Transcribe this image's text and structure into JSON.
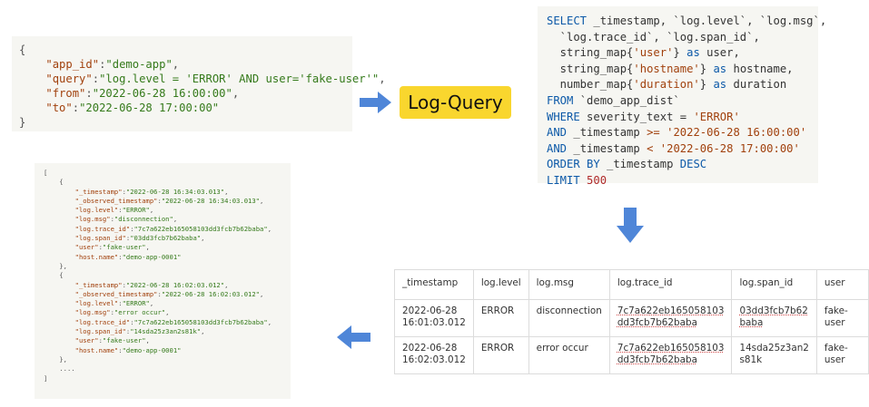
{
  "input_json": {
    "open": "{",
    "app_id_key": "\"app_id\"",
    "app_id_val": "\"demo-app\"",
    "query_key": "\"query\"",
    "query_val": "\"log.level = 'ERROR' AND user='fake-user'\"",
    "from_key": "\"from\"",
    "from_val": "\"2022-06-28 16:00:00\"",
    "to_key": "\"to\"",
    "to_val": "\"2022-06-28 17:00:00\"",
    "close": "}"
  },
  "badge": {
    "label": "Log-Query"
  },
  "sql": {
    "lines": [
      "SELECT _timestamp, `log.level`, `log.msg`,",
      "  `log.trace_id`, `log.span_id`,",
      "  string_map{'user'} as user,",
      "  string_map{'hostname'} as hostname,",
      "  number_map{'duration'} as duration",
      "FROM `demo_app_dist`",
      "WHERE severity_text = 'ERROR'",
      "AND _timestamp >= '2022-06-28 16:00:00'",
      "AND _timestamp < '2022-06-28 17:00:00'",
      "ORDER BY _timestamp DESC",
      "LIMIT 500"
    ]
  },
  "table": {
    "headers": [
      "_timestamp",
      "log.level",
      "log.msg",
      "log.trace_id",
      "log.span_id",
      "user"
    ],
    "rows": [
      [
        "2022-06-28\n16:01:03.012",
        "ERROR",
        "disconnection",
        "7c7a622eb165058103\ndd3fcb7b62baba",
        "03dd3fcb7b62\nbaba",
        "fake-user"
      ],
      [
        "2022-06-28\n16:02:03.012",
        "ERROR",
        "error occur",
        "7c7a622eb165058103\ndd3fcb7b62baba",
        "14sda25z3an2\ns81k",
        "fake-user"
      ]
    ]
  },
  "output_json": {
    "lines": [
      "[",
      "    {",
      "        \"_timestamp\":\"2022-06-28 16:34:03.013\",",
      "        \"_observed_timestamp\":\"2022-06-28 16:34:03.013\",",
      "        \"log.level\":\"ERROR\",",
      "        \"log.msg\":\"disconnection\",",
      "        \"log.trace_id\":\"7c7a622eb165058103dd3fcb7b62baba\",",
      "        \"log.span_id\":\"03dd3fcb7b62baba\",",
      "        \"user\":\"fake-user\",",
      "        \"host.name\":\"demo-app-0001\"",
      "    },",
      "    {",
      "        \"_timestamp\":\"2022-06-28 16:02:03.012\",",
      "        \"_observed_timestamp\":\"2022-06-28 16:02:03.012\",",
      "        \"log.level\":\"ERROR\",",
      "        \"log.msg\":\"error occur\",",
      "        \"log.trace_id\":\"7c7a622eb165058103dd3fcb7b62baba\",",
      "        \"log.span_id\":\"14sda25z3an2s81k\",",
      "        \"user\":\"fake-user\",",
      "        \"host.name\":\"demo-app-0001\"",
      "    },",
      "    ....",
      "]"
    ]
  },
  "colors": {
    "arrow": "#4f86d8",
    "badge": "#f9d62e",
    "panel": "#f6f6f2"
  }
}
